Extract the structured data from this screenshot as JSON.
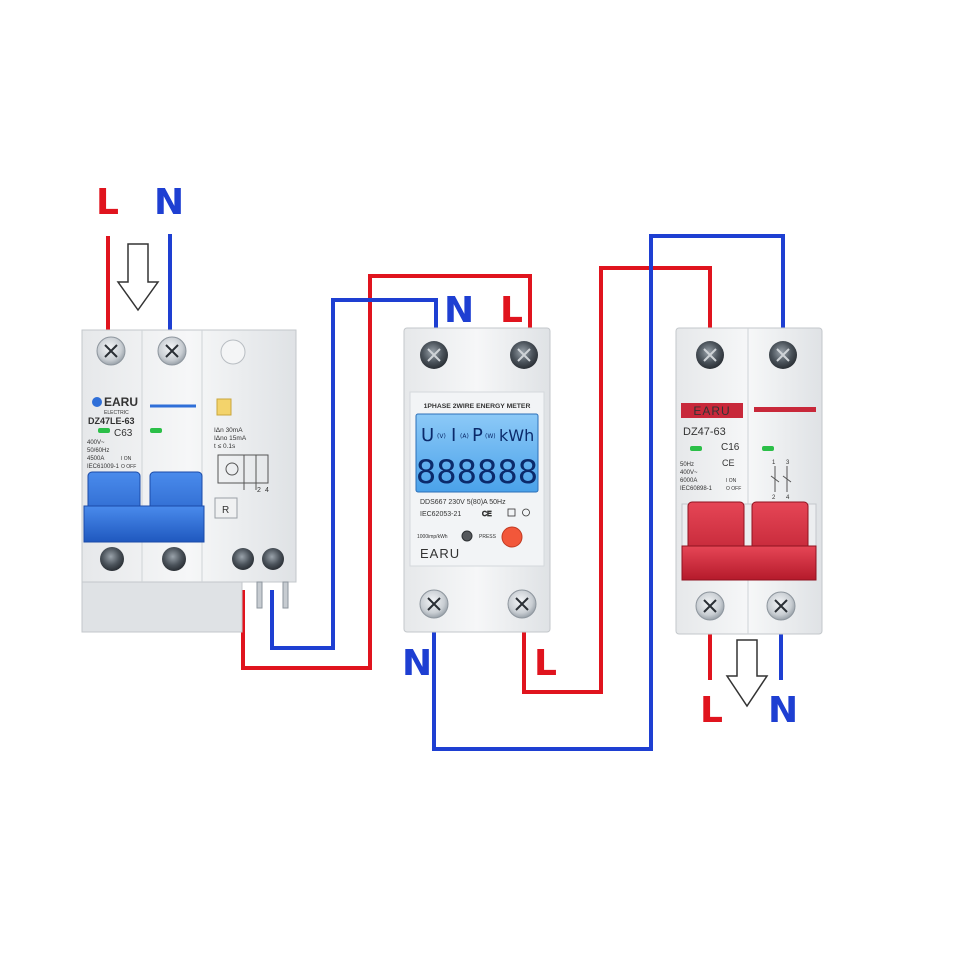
{
  "colors": {
    "live_wire": "#e0141e",
    "neutral_wire": "#1e3fd2",
    "rcbo_handle": "#2f6fd8",
    "mcb_handle": "#d8283a",
    "lcd_background": "#67b7f2"
  },
  "labels": {
    "supply_L": "L",
    "supply_N": "N",
    "meter_in_N": "N",
    "meter_in_L": "L",
    "meter_out_N": "N",
    "meter_out_L": "L",
    "load_L": "L",
    "load_N": "N"
  },
  "rcbo": {
    "brand": "EARU",
    "brand_sub": "ELECTRIC",
    "model": "DZ47LE-63",
    "rating": "C63",
    "spec_lines": [
      "400V~",
      "50/60Hz",
      "4500A",
      "IEC61009-1"
    ],
    "on_off": [
      "I ON",
      "O OFF"
    ],
    "rcd_specs": [
      "IΔn  30mA",
      "IΔno 15mA",
      "t ≤  0.1s"
    ],
    "test_button": "R",
    "terminal_numbers": [
      "2",
      "4"
    ]
  },
  "meter": {
    "header": "1PHASE 2WIRE ENERGY METER",
    "units": [
      "U",
      "(V)",
      "I",
      "(A)",
      "P",
      "(W)",
      "kWh"
    ],
    "digits": "888888",
    "spec_line": "DDS667  230V  5(80)A  50Hz",
    "standard": "IEC62053-21",
    "impulse": "1000imp/kWh",
    "press": "PRESS",
    "brand": "EARU"
  },
  "mcb": {
    "brand": "EARU",
    "model": "DZ47-63",
    "rating": "C16",
    "spec_lines": [
      "50Hz",
      "400V~",
      "6000A",
      "IEC60898-1"
    ],
    "on_off": [
      "I ON",
      "O OFF"
    ],
    "terminal_numbers": [
      "1",
      "3",
      "2",
      "4"
    ]
  }
}
